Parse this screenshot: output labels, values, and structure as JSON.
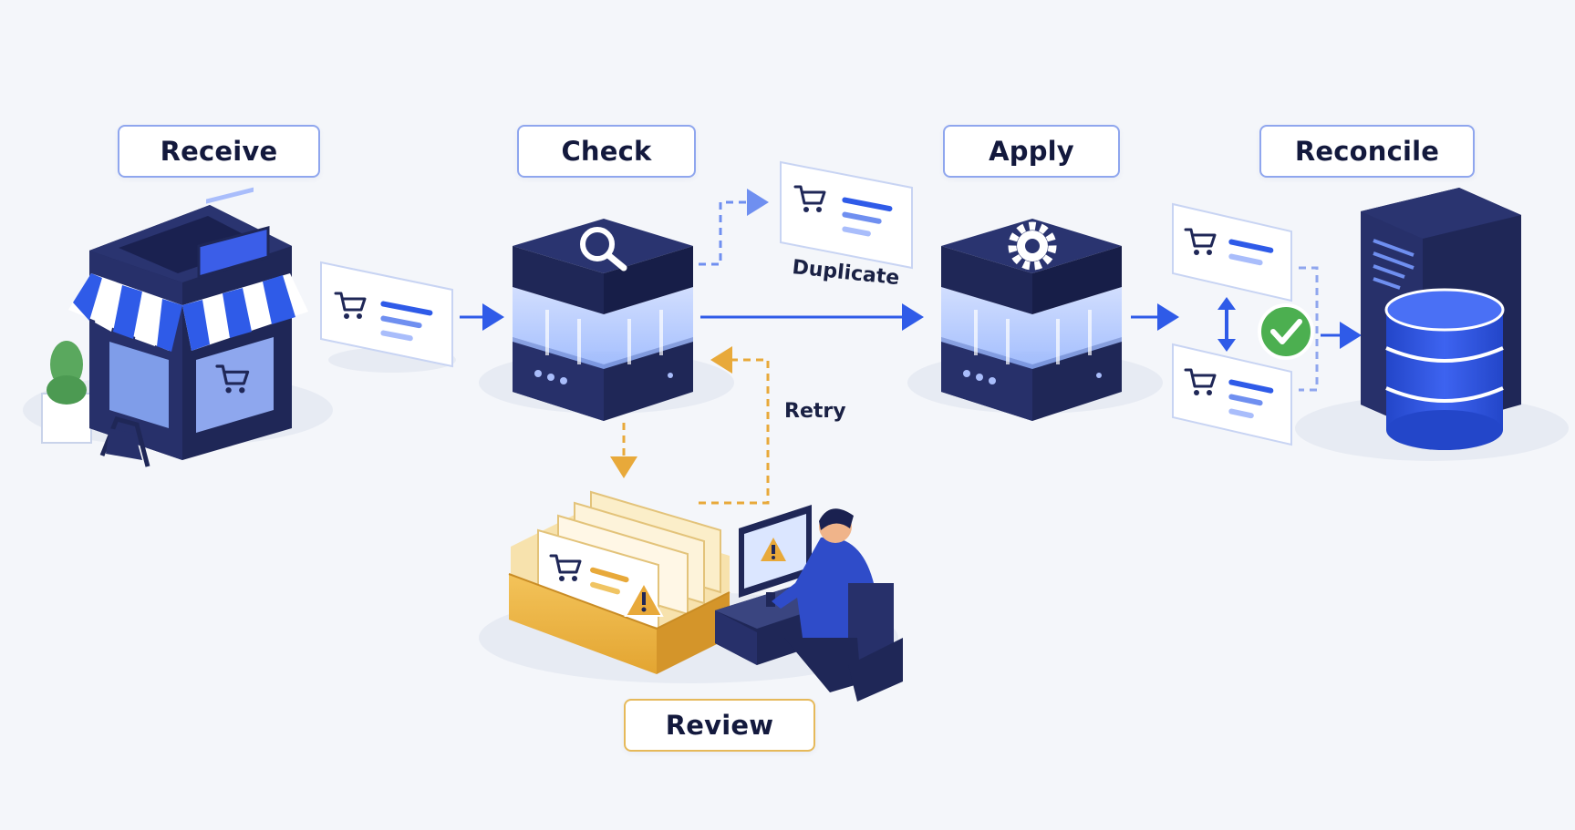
{
  "stages": {
    "receive": "Receive",
    "check": "Check",
    "apply": "Apply",
    "reconcile": "Reconcile",
    "review": "Review"
  },
  "annotations": {
    "duplicate": "Duplicate",
    "retry": "Retry"
  },
  "colors": {
    "navy": "#1f2757",
    "blue": "#2f5be8",
    "light_blue": "#dbe6ff",
    "amber": "#e8a93a",
    "green": "#4caf50",
    "background": "#f4f6fa"
  },
  "icons": [
    "storefront-icon",
    "cart-icon",
    "magnifier-icon",
    "gear-icon",
    "check-circle-icon",
    "database-icon",
    "server-rack-icon",
    "warning-icon",
    "folder-icon",
    "person-icon",
    "monitor-icon"
  ]
}
